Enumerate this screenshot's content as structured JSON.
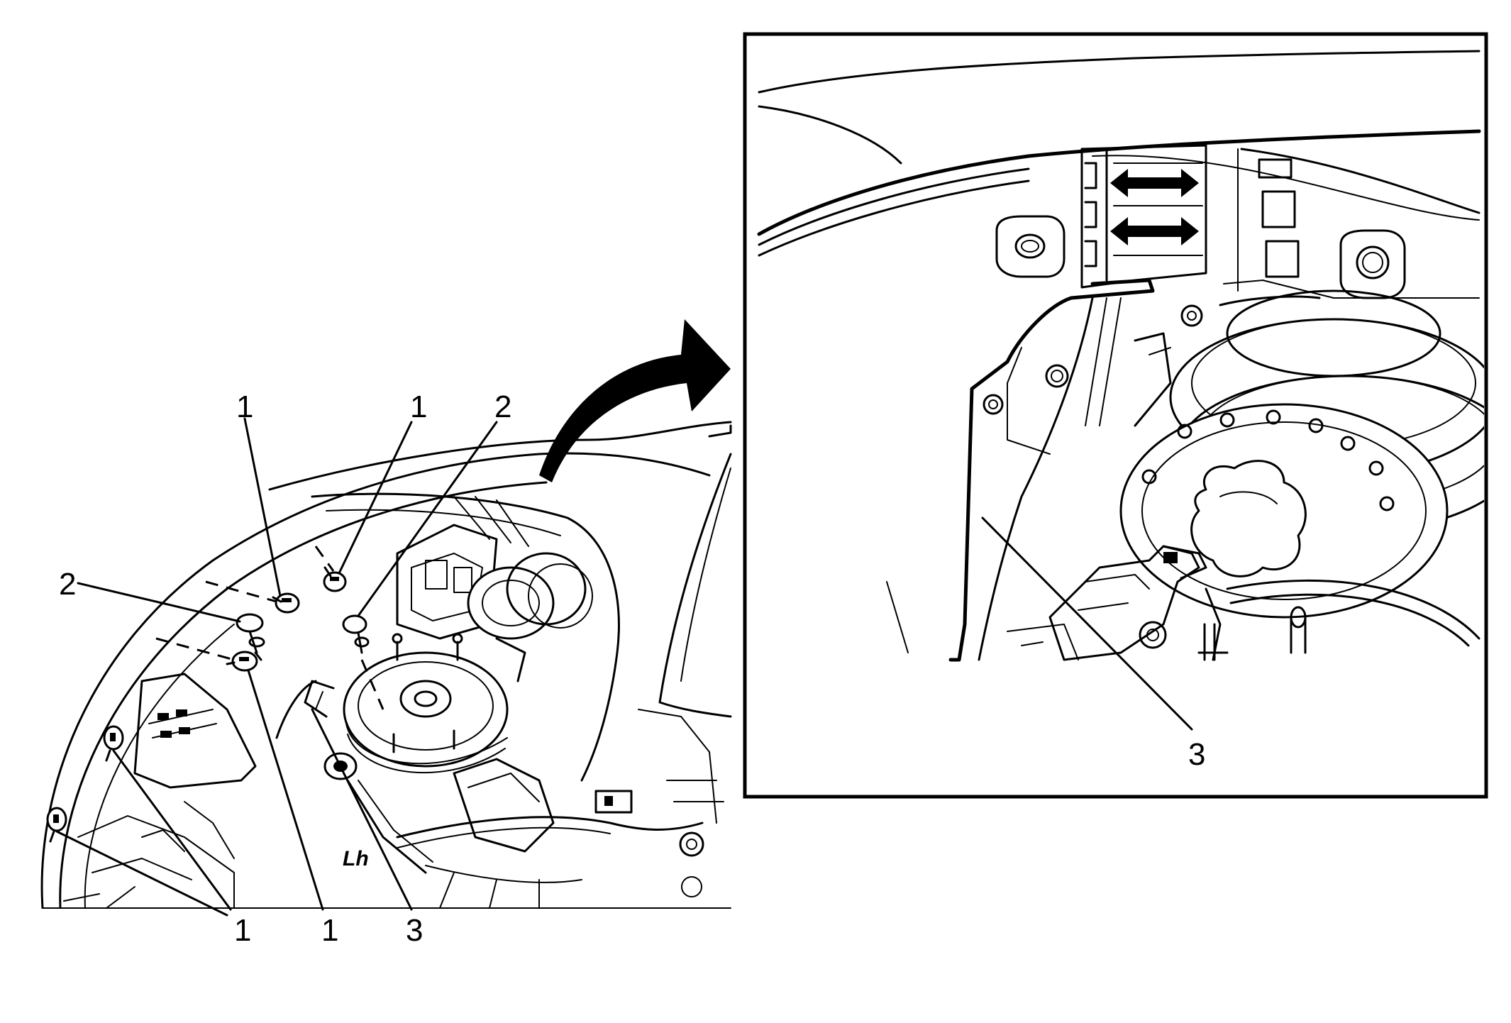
{
  "callouts": {
    "c1_top_left": "1",
    "c1_top_mid": "1",
    "c2_top": "2",
    "c2_left": "2",
    "c1_bottom_left": "1",
    "c1_bottom_mid": "1",
    "c3_bottom": "3",
    "c3_detail": "3"
  },
  "colors": {
    "line": "#000000",
    "background": "#ffffff"
  }
}
